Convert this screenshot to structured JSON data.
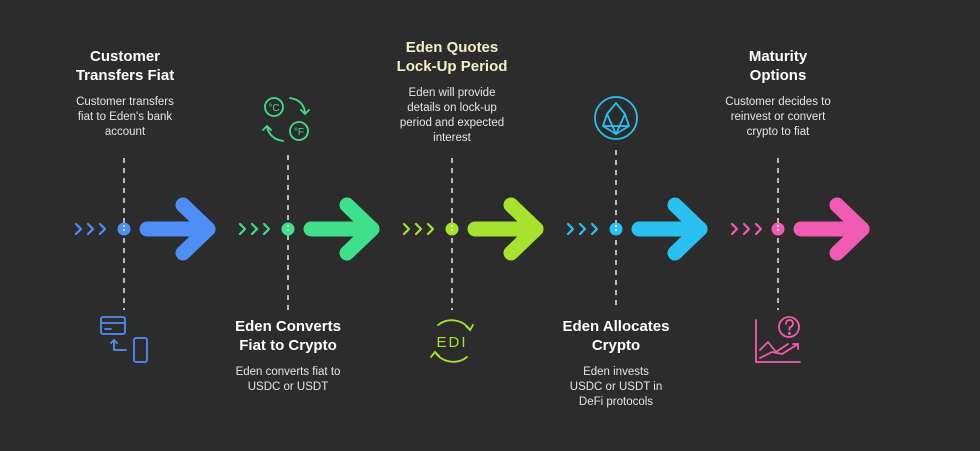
{
  "steps": [
    {
      "title": "Customer Transfers Fiat",
      "description": "Customer transfers fiat to Eden's bank account",
      "color": "#4f8ef7",
      "icon": "card-to-phone-icon"
    },
    {
      "title": "Eden Converts Fiat to Crypto",
      "description": "Eden converts fiat to USDC or USDT",
      "color": "#3ee08a",
      "icon": "currency-exchange-icon"
    },
    {
      "title": "Eden Quotes Lock-Up Period",
      "description": "Eden will provide details on lock-up period and expected interest",
      "color": "#a6e22e",
      "icon": "edi-token-icon"
    },
    {
      "title": "Eden Allocates Crypto",
      "description": "Eden invests USDC or USDT in DeFi protocols",
      "color": "#29c2f0",
      "icon": "eos-logo-icon"
    },
    {
      "title": "Maturity Options",
      "description": "Customer decides to reinvest or convert crypto to fiat",
      "color": "#f25bb3",
      "icon": "growth-question-chart-icon"
    }
  ],
  "icon_labels": {
    "edi": "EDI",
    "celsius": "°C",
    "fahrenheit": "°F"
  }
}
